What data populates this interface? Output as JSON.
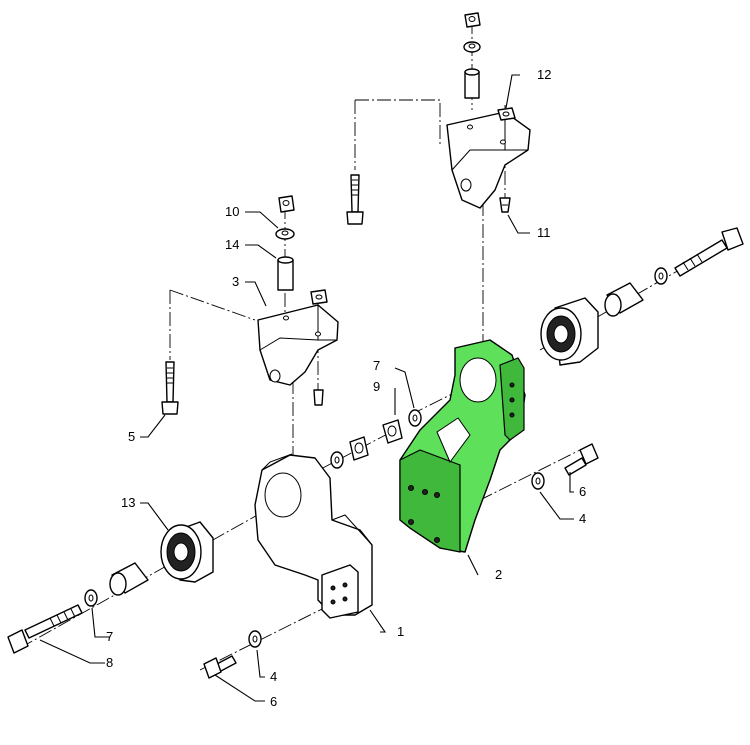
{
  "diagram": {
    "highlight_color": "#5ee05a",
    "line_color": "#000000",
    "background": "#ffffff",
    "callouts": [
      {
        "id": "c1",
        "label": "1"
      },
      {
        "id": "c2",
        "label": "2"
      },
      {
        "id": "c3",
        "label": "3"
      },
      {
        "id": "c4a",
        "label": "4"
      },
      {
        "id": "c4b",
        "label": "4"
      },
      {
        "id": "c5",
        "label": "5"
      },
      {
        "id": "c6a",
        "label": "6"
      },
      {
        "id": "c6b",
        "label": "6"
      },
      {
        "id": "c7a",
        "label": "7"
      },
      {
        "id": "c7b",
        "label": "7"
      },
      {
        "id": "c8",
        "label": "8"
      },
      {
        "id": "c9",
        "label": "9"
      },
      {
        "id": "c10",
        "label": "10"
      },
      {
        "id": "c11",
        "label": "11"
      },
      {
        "id": "c12",
        "label": "12"
      },
      {
        "id": "c13",
        "label": "13"
      },
      {
        "id": "c14",
        "label": "14"
      }
    ]
  }
}
